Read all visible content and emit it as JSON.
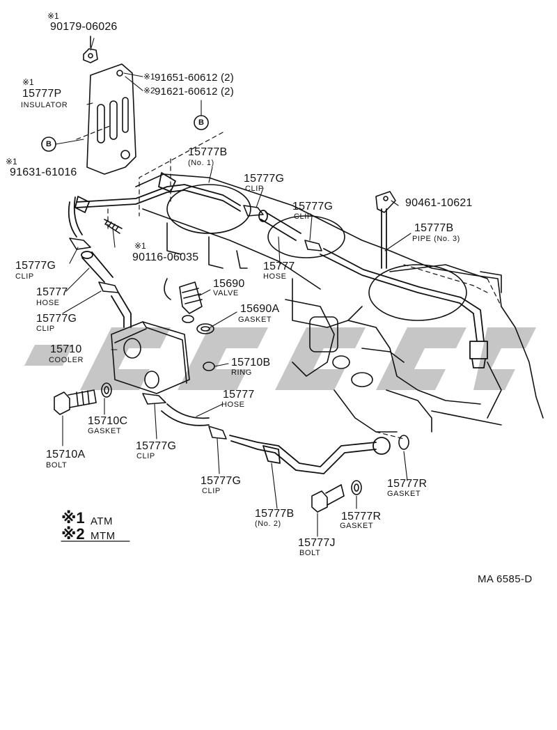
{
  "legend": [
    {
      "mark": "※1",
      "meaning": "ATM"
    },
    {
      "mark": "※2",
      "meaning": "MTM"
    }
  ],
  "reference_code": "MA 6585-D",
  "callouts": {
    "c90179": {
      "mark": "※1",
      "number": "90179-06026"
    },
    "c15777P": {
      "mark": "※1",
      "number": "15777P",
      "name": "INSULATOR"
    },
    "c91651": {
      "mark": "※1",
      "number": "91651-60612 (2)"
    },
    "c91621": {
      "mark": "※2",
      "number": "91621-60612 (2)"
    },
    "c91631": {
      "mark": "※1",
      "number": "91631-61016"
    },
    "c15777B_1": {
      "number": "15777B",
      "name": "(No. 1)"
    },
    "c15777G_top": {
      "number": "15777G",
      "name": "CLIP"
    },
    "c15777G_mid": {
      "number": "15777G",
      "name": "CLIP"
    },
    "c90461": {
      "number": "90461-10621"
    },
    "c15777B_3": {
      "number": "15777B",
      "name": "PIPE (No. 3)"
    },
    "c15777G_left": {
      "number": "15777G",
      "name": "CLIP"
    },
    "c90116": {
      "mark": "※1",
      "number": "90116-06035"
    },
    "c15777_mid": {
      "number": "15777",
      "name": "HOSE"
    },
    "c15777_left": {
      "number": "15777",
      "name": "HOSE"
    },
    "c15690": {
      "number": "15690",
      "name": "VALVE"
    },
    "c15777G_left2": {
      "number": "15777G",
      "name": "CLIP"
    },
    "c15690A": {
      "number": "15690A",
      "name": "GASKET"
    },
    "c15710": {
      "number": "15710",
      "name": "COOLER"
    },
    "c15710B": {
      "number": "15710B",
      "name": "RING"
    },
    "c15777_low": {
      "number": "15777",
      "name": "HOSE"
    },
    "c15710C": {
      "number": "15710C",
      "name": "GASKET"
    },
    "c15777G_low": {
      "number": "15777G",
      "name": "CLIP"
    },
    "c15710A": {
      "number": "15710A",
      "name": "BOLT"
    },
    "c15777G_low2": {
      "number": "15777G",
      "name": "CLIP"
    },
    "c15777R_right": {
      "number": "15777R",
      "name": "GASKET"
    },
    "c15777B_2": {
      "number": "15777B",
      "name": "(No. 2)"
    },
    "c15777R_low": {
      "number": "15777R",
      "name": "GASKET"
    },
    "c15777J": {
      "number": "15777J",
      "name": "BOLT"
    },
    "c_b_upper": {
      "number": "B"
    },
    "c_b_left": {
      "number": "B"
    }
  }
}
